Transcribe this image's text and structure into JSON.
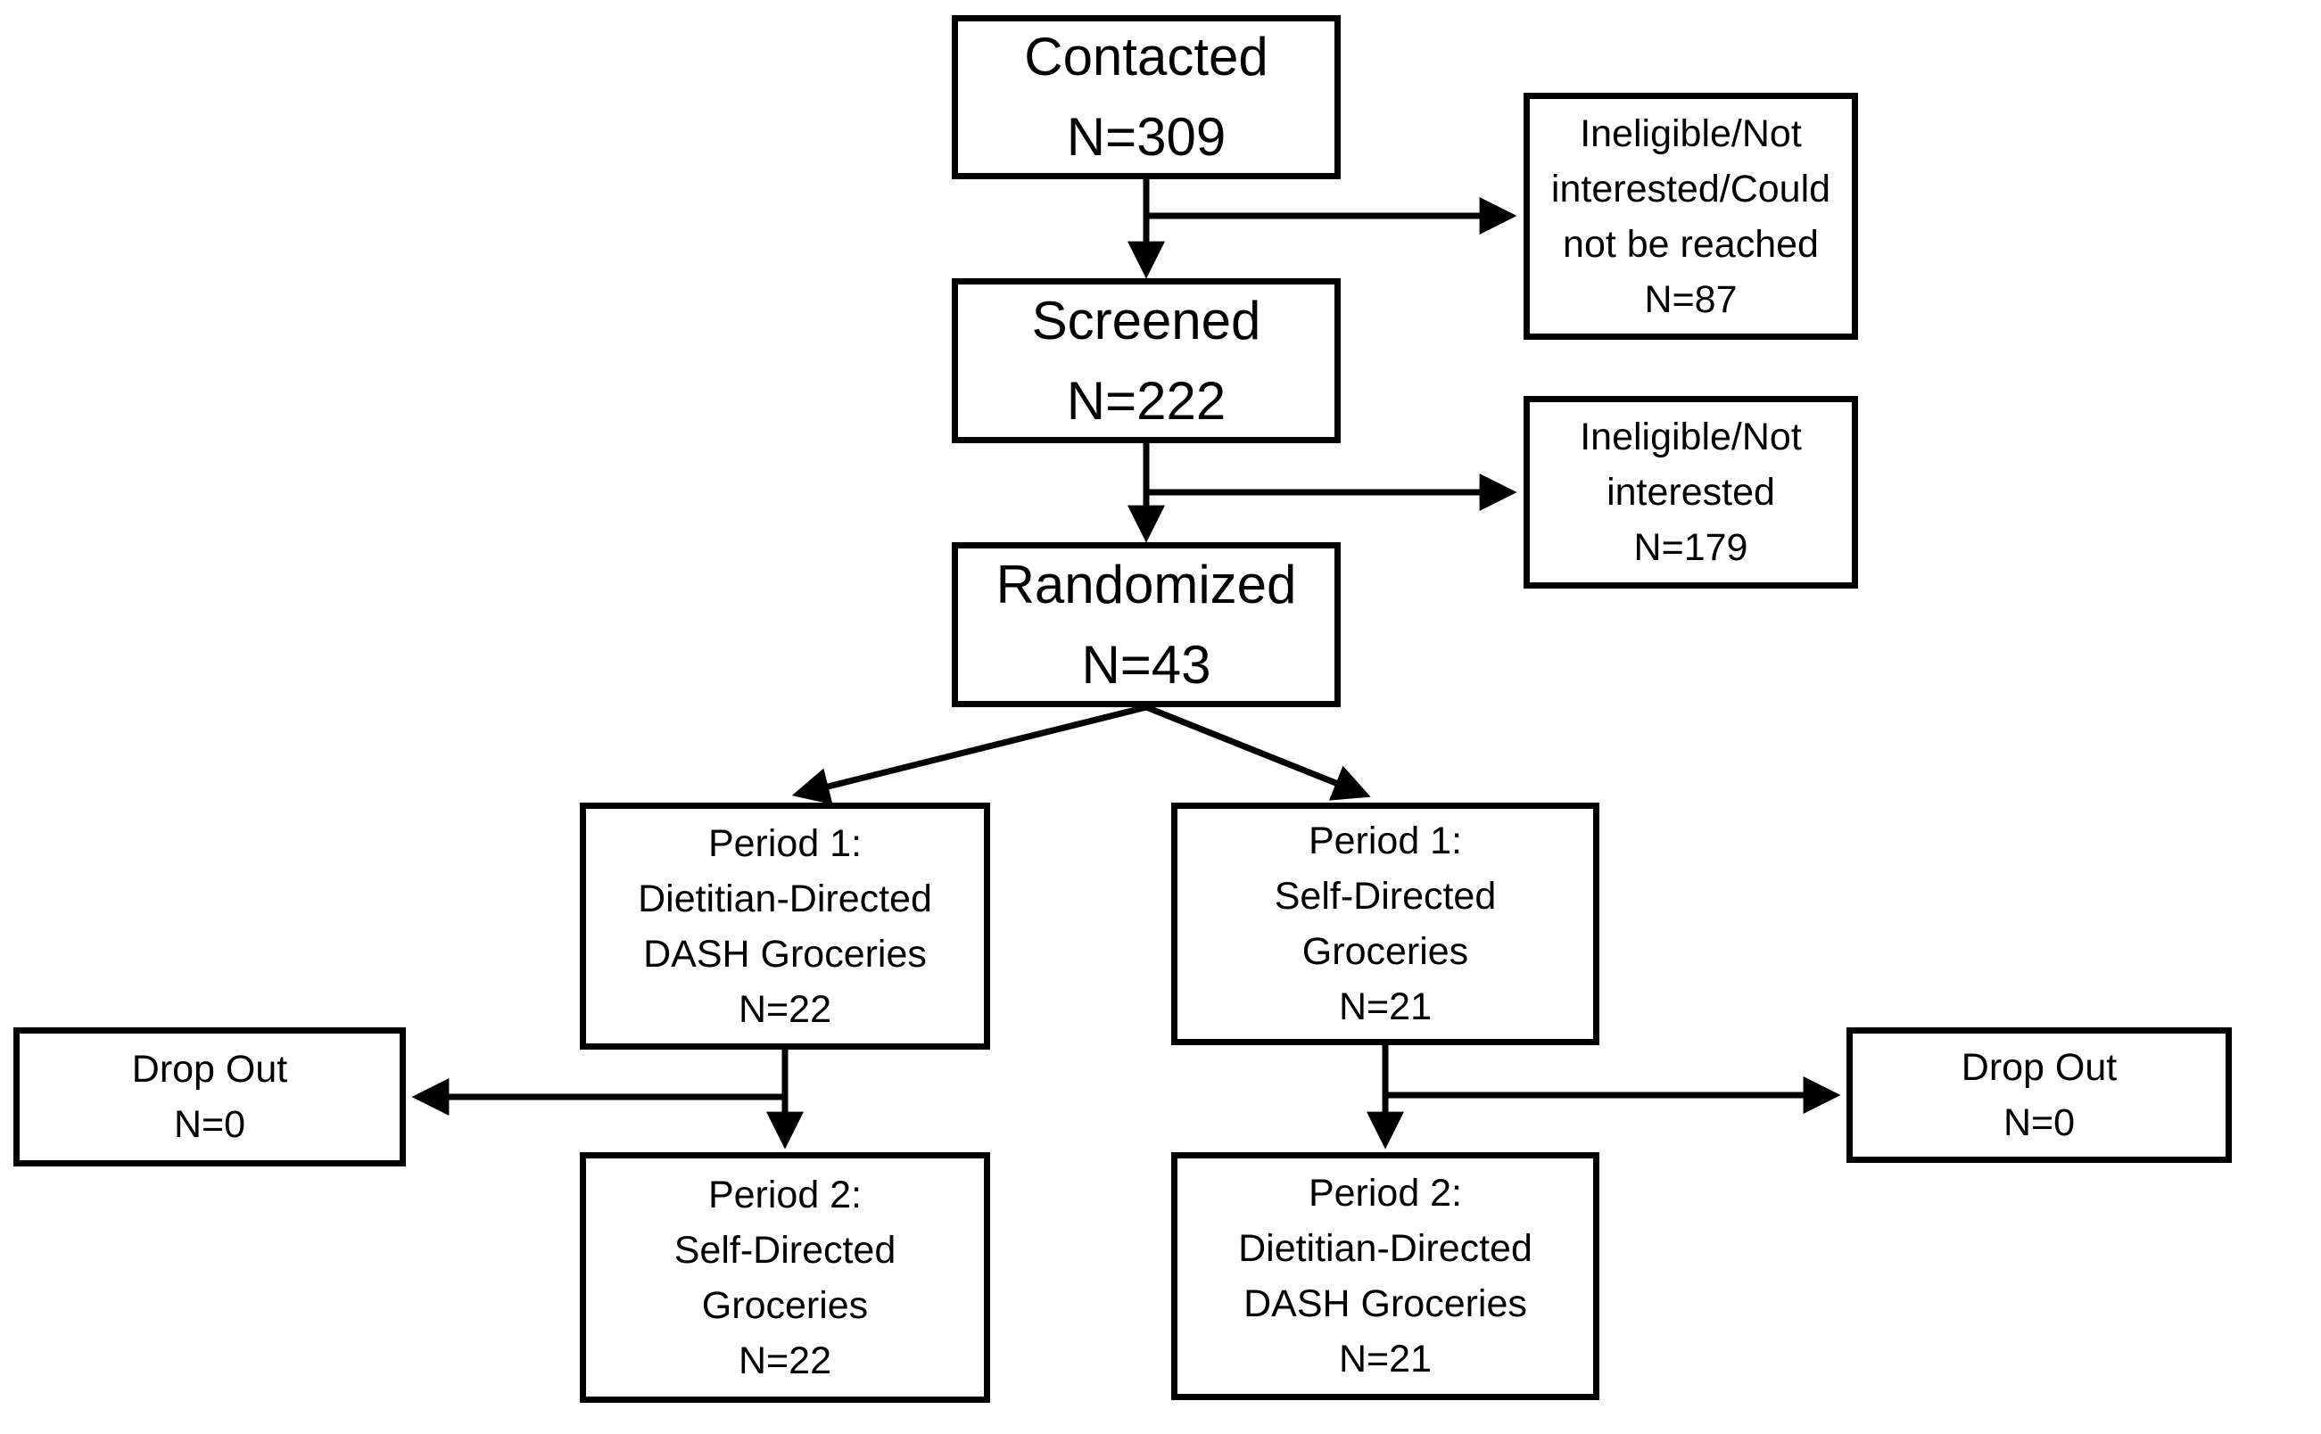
{
  "diagram": {
    "type": "flowchart",
    "style": {
      "line_color": "#000000",
      "text_color": "#000000",
      "background_color": "#ffffff"
    },
    "boxes": {
      "contacted": {
        "text": "Contacted\nN=309",
        "n": 309
      },
      "ineligible_not_reached": {
        "text": "Ineligible/Not\ninterested/Could\nnot be reached\nN=87",
        "n": 87
      },
      "screened": {
        "text": "Screened\nN=222",
        "n": 222
      },
      "ineligible_not_interested": {
        "text": "Ineligible/Not\ninterested\nN=179",
        "n": 179
      },
      "randomized": {
        "text": "Randomized\nN=43",
        "n": 43
      },
      "period1_dietitian": {
        "text": "Period 1:\nDietitian-Directed\nDASH Groceries\nN=22",
        "n": 22
      },
      "period1_self": {
        "text": "Period 1:\nSelf-Directed\nGroceries\nN=21",
        "n": 21
      },
      "dropout_left": {
        "text": "Drop Out\nN=0",
        "n": 0
      },
      "dropout_right": {
        "text": "Drop Out\nN=0",
        "n": 0
      },
      "period2_self": {
        "text": "Period 2:\nSelf-Directed\nGroceries\nN=22",
        "n": 22
      },
      "period2_dietitian": {
        "text": "Period 2:\nDietitian-Directed\nDASH Groceries\nN=21",
        "n": 21
      }
    },
    "edges": [
      {
        "from": "contacted",
        "to": "screened"
      },
      {
        "from": "contacted",
        "to": "ineligible_not_reached"
      },
      {
        "from": "screened",
        "to": "randomized"
      },
      {
        "from": "screened",
        "to": "ineligible_not_interested"
      },
      {
        "from": "randomized",
        "to": "period1_dietitian"
      },
      {
        "from": "randomized",
        "to": "period1_self"
      },
      {
        "from": "period1_dietitian",
        "to": "dropout_left"
      },
      {
        "from": "period1_dietitian",
        "to": "period2_self"
      },
      {
        "from": "period1_self",
        "to": "dropout_right"
      },
      {
        "from": "period1_self",
        "to": "period2_dietitian"
      }
    ]
  }
}
